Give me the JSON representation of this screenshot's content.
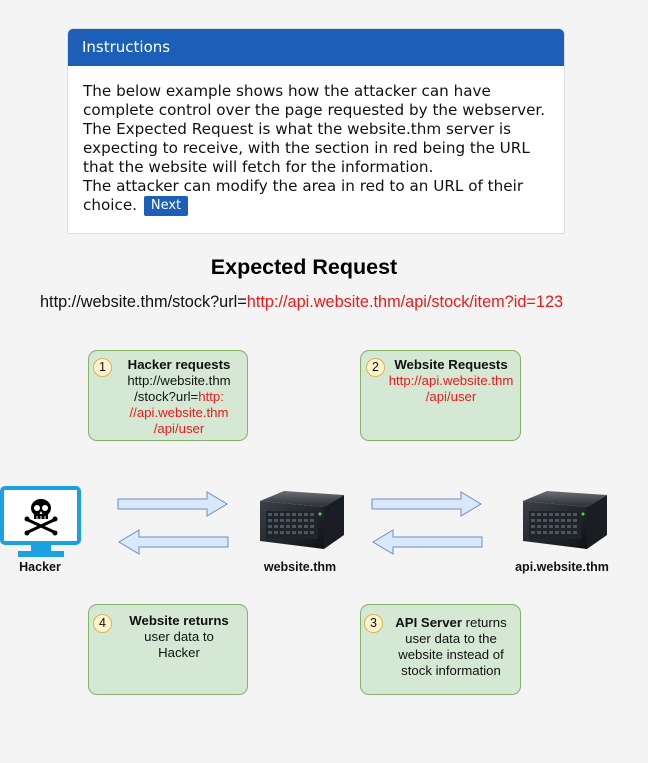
{
  "instructions": {
    "header": "Instructions",
    "lines": [
      "The below example shows how the attacker can have complete control over the page requested by the webserver.",
      "The Expected Request is what the website.thm server is expecting to receive, with the section in red being the URL that the website will fetch for the information.",
      "The attacker can modify the area in red to an URL of their choice."
    ],
    "next_label": "Next"
  },
  "diagram": {
    "title": "Expected Request",
    "url_prefix": "http://website.thm/stock?url=",
    "url_red": "http://api.website.thm/api/stock/item?id=123",
    "colors": {
      "step_fill": "#d5e8d4",
      "step_border": "#82b366",
      "number_fill": "#fff2cc",
      "red_text": "#e81b1b",
      "arrow_fill": "#dae8fc",
      "arrow_border": "#6c8ebf",
      "monitor": "#1ba1e2"
    },
    "steps": {
      "s1": {
        "num": "1",
        "title": "Hacker requests",
        "line1": "http://website.thm",
        "line2_prefix": "/stock?url=",
        "line2_red": "http:",
        "line3_red": "//api.website.thm",
        "line4_red": "/api/user"
      },
      "s2": {
        "num": "2",
        "title": "Website Requests",
        "line1_red": "http://api.website.thm",
        "line2_red": "/api/user"
      },
      "s3": {
        "num": "3",
        "title": "API Server",
        "title_rest": " returns",
        "line2": "user data to the",
        "line3": "website instead of",
        "line4": "stock information"
      },
      "s4": {
        "num": "4",
        "title": "Website returns",
        "line2": "user data to",
        "line3": "Hacker"
      }
    },
    "nodes": {
      "hacker": "Hacker",
      "website": "website.thm",
      "api": "api.website.thm"
    }
  }
}
